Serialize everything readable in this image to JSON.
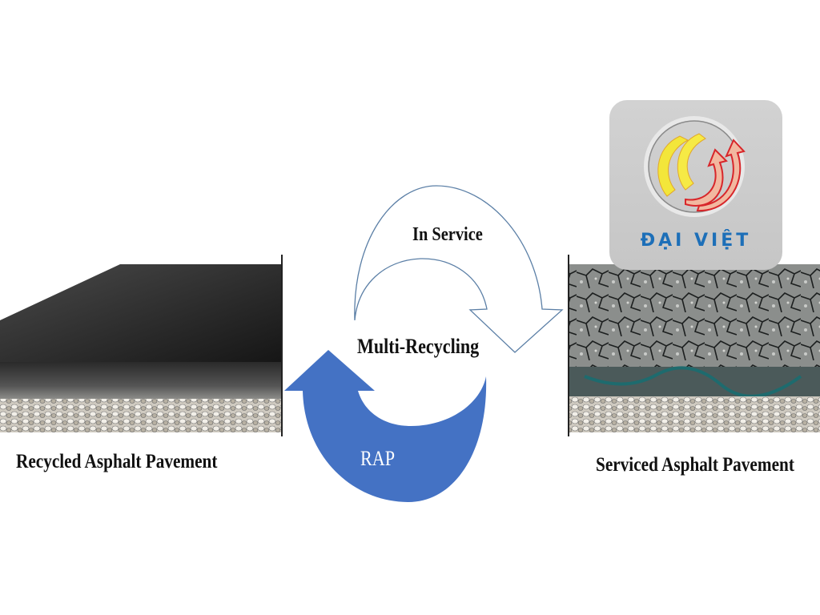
{
  "labels": {
    "in_service": "In Service",
    "multi_recycling": "Multi-Recycling",
    "rap": "RAP",
    "recycled": "Recycled Asphalt Pavement",
    "serviced": "Serviced Asphalt Pavement"
  },
  "logo": {
    "text": "ĐẠI VIỆT"
  },
  "colors": {
    "rap_arrow": "#4472c4",
    "outline_arrow": "#5b7fa6",
    "logo_text": "#1d6fb8"
  }
}
